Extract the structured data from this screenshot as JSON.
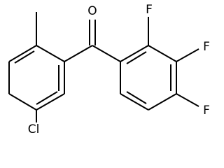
{
  "structure": {
    "type": "skeletal-formula",
    "bond_color": "#000000",
    "atom_labels": {
      "oxygen": "O",
      "chlorine": "Cl",
      "fluorine_2": "F",
      "fluorine_3": "F",
      "fluorine_4": "F"
    }
  }
}
